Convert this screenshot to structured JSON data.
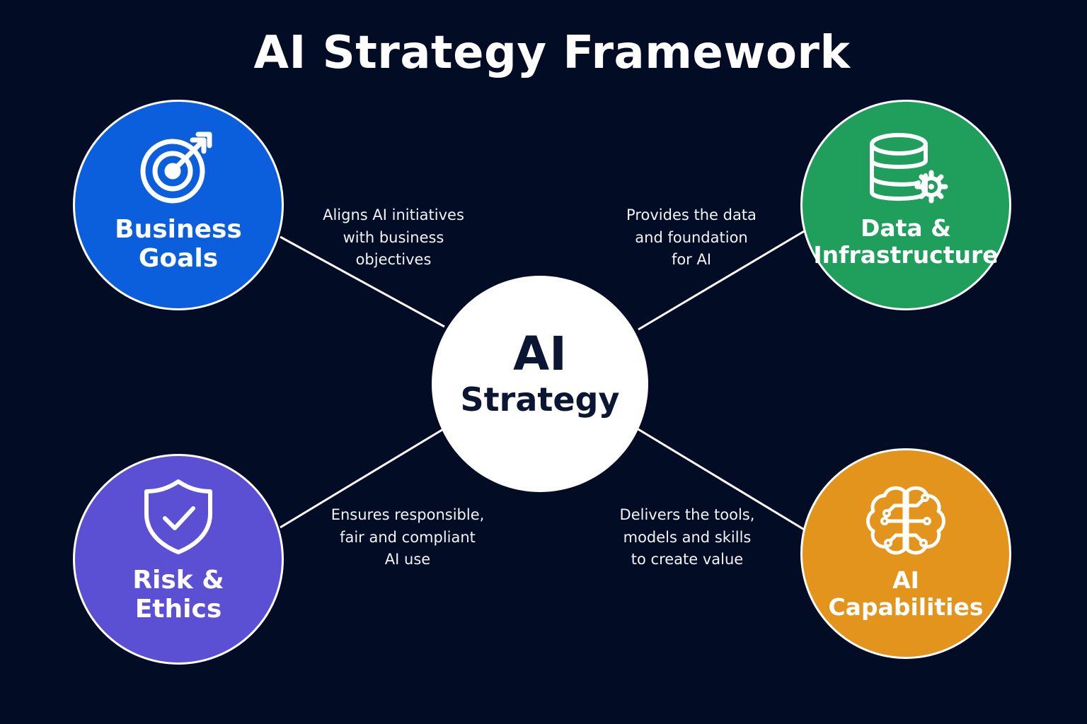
{
  "title": "AI Strategy Framework",
  "center": {
    "line1": "AI",
    "line2": "Strategy"
  },
  "nodes": {
    "business": {
      "label_lines": [
        "Business",
        "Goals"
      ],
      "icon": "target-arrow-icon",
      "color": "#0b5fdc",
      "description_lines": [
        "Aligns AI initiatives",
        "with business",
        "objectives"
      ]
    },
    "data": {
      "label_lines": [
        "Data &",
        "Infrastructure"
      ],
      "icon": "database-gear-icon",
      "color": "#1f9e5c",
      "description_lines": [
        "Provides the data",
        "and foundation",
        "for AI"
      ]
    },
    "risk": {
      "label_lines": [
        "Risk &",
        "Ethics"
      ],
      "icon": "shield-check-icon",
      "color": "#5b4fd4",
      "description_lines": [
        "Ensures responsible,",
        "fair and compliant",
        "AI use"
      ]
    },
    "capabilities": {
      "label_lines": [
        "AI",
        "Capabilities"
      ],
      "icon": "brain-circuit-icon",
      "color": "#e3941d",
      "description_lines": [
        "Delivers the tools,",
        "models and skills",
        "to create value"
      ]
    }
  },
  "colors": {
    "background": "#030c25",
    "center_text": "#0a1633",
    "connector": "#ffffff"
  }
}
